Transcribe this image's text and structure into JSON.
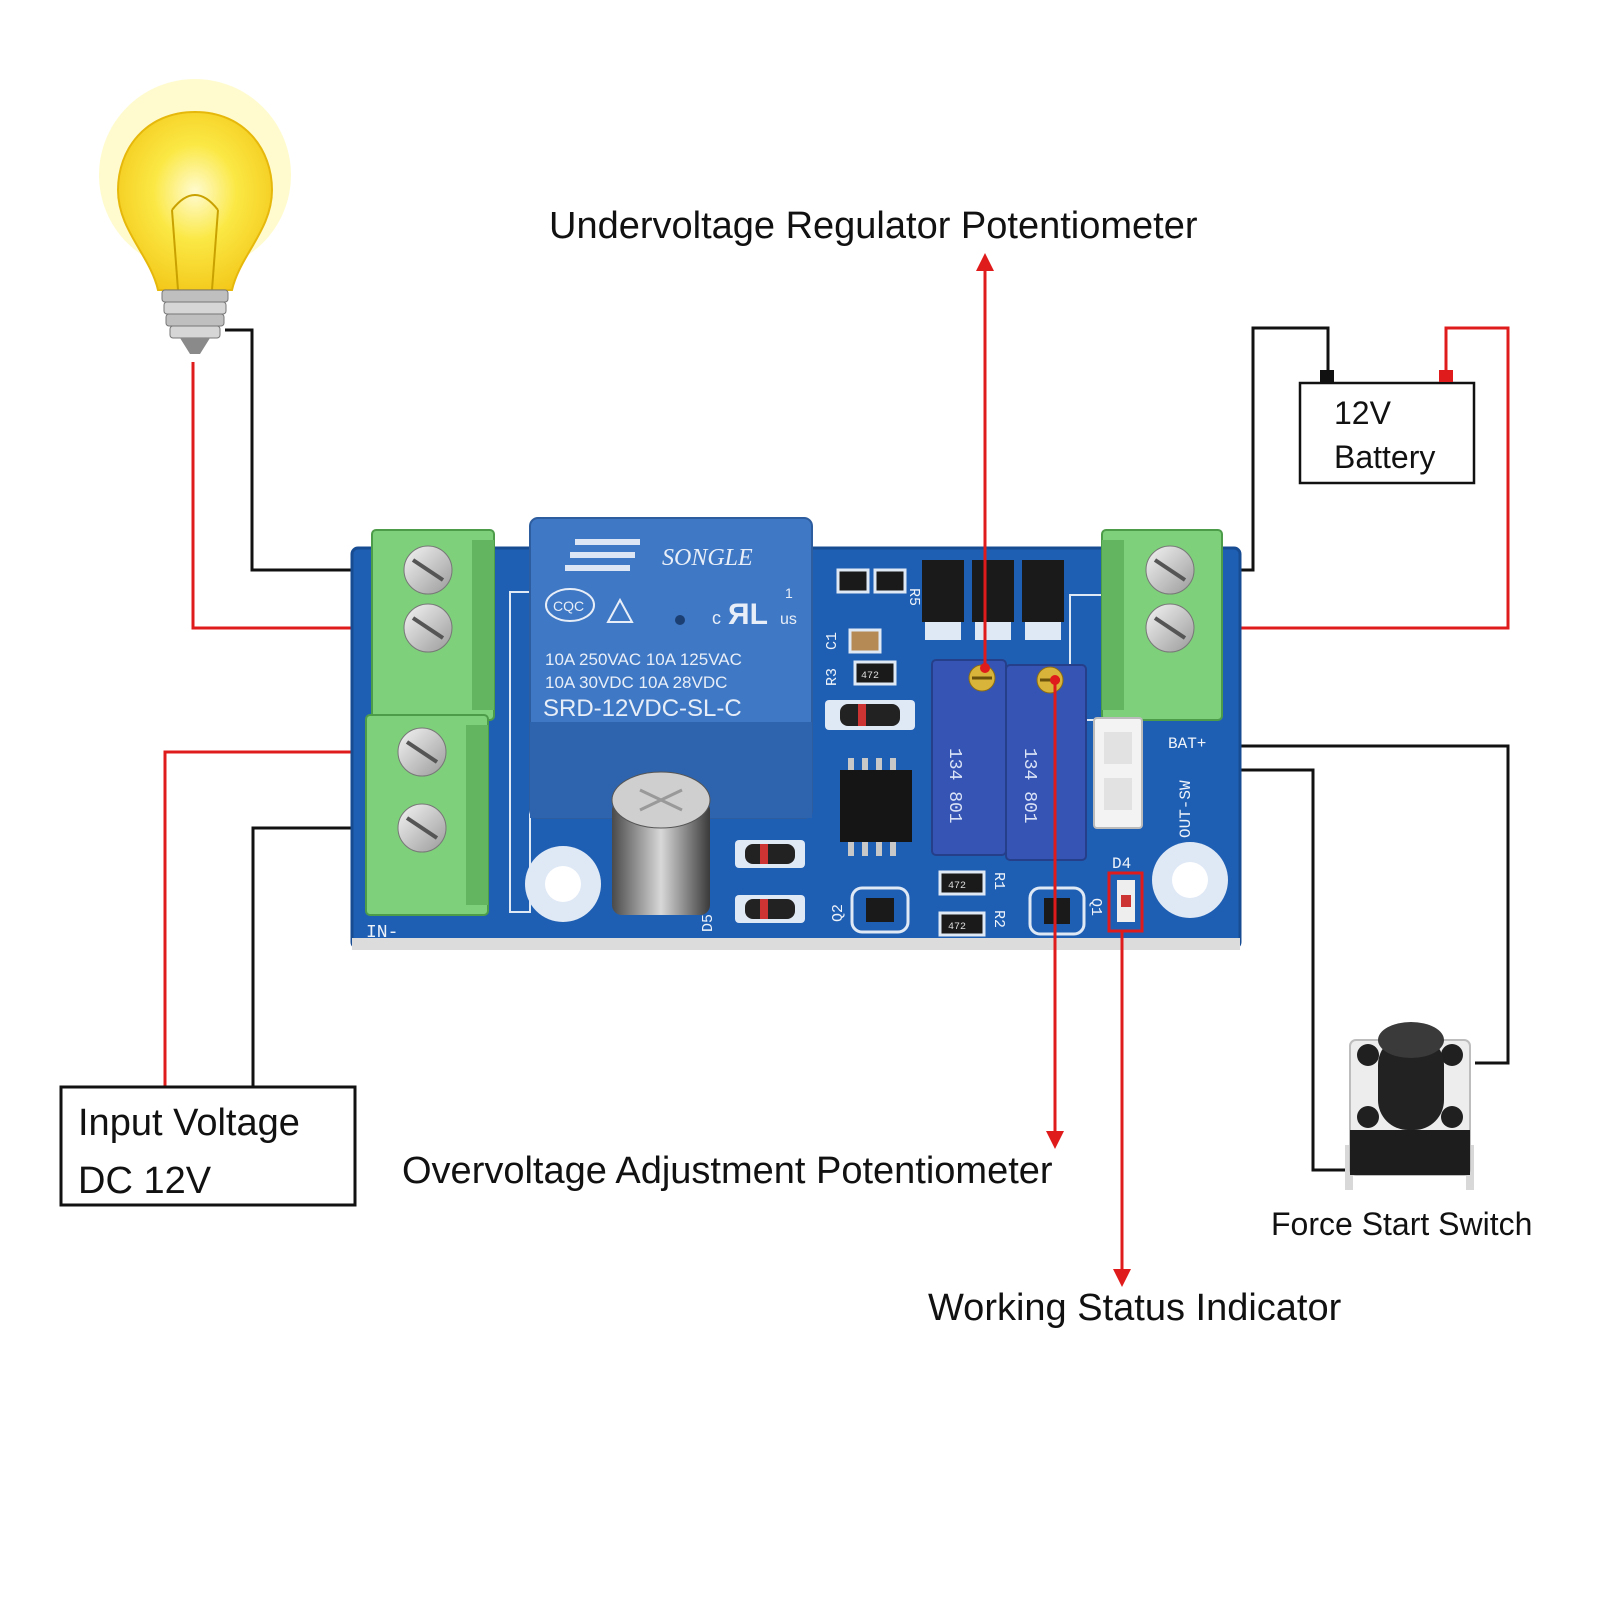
{
  "callouts": {
    "undervoltage": "Undervoltage Regulator Potentiometer",
    "overvoltage": "Overvoltage Adjustment Potentiometer",
    "working_status": "Working Status Indicator",
    "force_start": "Force Start Switch"
  },
  "battery_box": {
    "line1": "12V",
    "line2": "Battery"
  },
  "input_box": {
    "line1": "Input Voltage",
    "line2": "DC 12V"
  },
  "relay": {
    "brand": "SONGLE",
    "cert": "CQC",
    "ul_mark": "c",
    "ul_us": "us",
    "pin1": "1",
    "rating1": "10A 250VAC  10A 125VAC",
    "rating2": "10A  30VDC  10A  28VDC",
    "model": "SRD-12VDC-SL-C"
  },
  "board_labels": {
    "in_minus": "IN-",
    "bat_plus": "BAT+",
    "out_sw": "OUT-SW",
    "d4": "D4",
    "d5": "D5",
    "q1": "Q1",
    "q2": "Q2",
    "r1": "R1",
    "r2": "R2",
    "r3": "R3",
    "r5": "R5",
    "c1": "C1",
    "pot_code": "134 801",
    "smd_code": "472"
  },
  "colors": {
    "wire_positive": "#e01b1b",
    "wire_negative": "#111111",
    "pcb": "#1f5fb3",
    "terminal": "#7ed07a",
    "relay": "#3f78c4",
    "pot": "#3554b4",
    "bulb": "#f7dc2b"
  }
}
